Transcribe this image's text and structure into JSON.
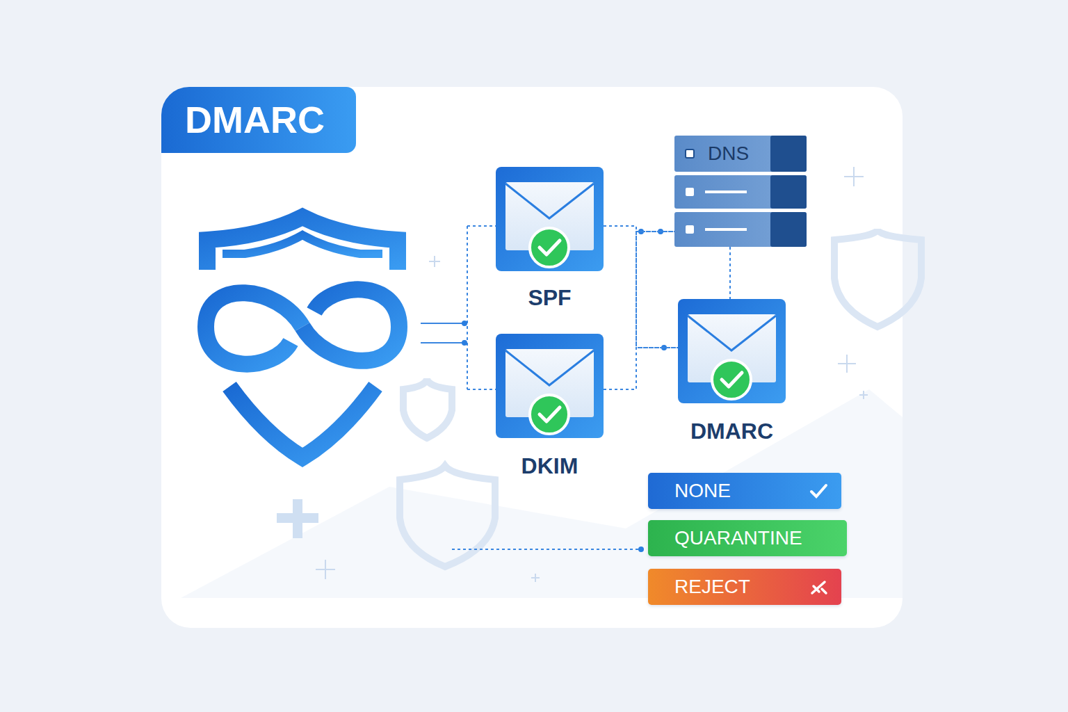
{
  "diagram": {
    "title": "DMARC",
    "nodes": [
      {
        "text": [
          "SPF"
        ]
      },
      {
        "text": [
          "DNS"
        ]
      },
      {
        "text": [
          "DKIM"
        ]
      },
      {
        "text": [
          "DMARC"
        ]
      },
      {
        "text": [
          "NONE"
        ]
      },
      {
        "text": [
          "QUARANTINE"
        ]
      },
      {
        "text": [
          "REJECT"
        ]
      }
    ],
    "edges": [
      {
        "from": 0,
        "to": 1,
        "arrow": "none"
      },
      {
        "from": 0,
        "to": 3,
        "arrow": "none"
      },
      {
        "from": 2,
        "to": 1,
        "arrow": "none"
      },
      {
        "from": 2,
        "to": 3,
        "arrow": "none"
      },
      {
        "from": 1,
        "to": 3,
        "arrow": "none"
      }
    ]
  }
}
